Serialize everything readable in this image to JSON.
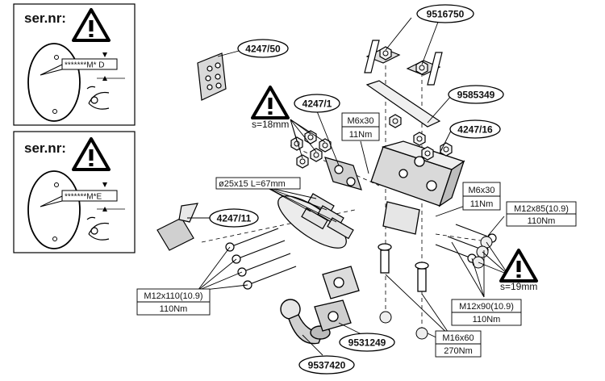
{
  "side_panels": [
    {
      "header": "ser.nr:",
      "plate_code": "*******M* D"
    },
    {
      "header": "ser.nr:",
      "plate_code": "*******M*E"
    }
  ],
  "labels": {
    "part_9516750": "9516750",
    "part_4247_50": "4247/50",
    "part_9585349": "9585349",
    "part_4247_1": "4247/1",
    "part_4247_16": "4247/16",
    "part_4247_11": "4247/11",
    "part_9531249": "9531249",
    "part_9537420": "9537420",
    "wrench_18": "s=18mm",
    "wrench_19": "s=19mm",
    "spacer_spec": "ø25x15 L=67mm",
    "bolt_m6_a_size": "M6x30",
    "bolt_m6_a_torque": "11Nm",
    "bolt_m6_b_size": "M6x30",
    "bolt_m6_b_torque": "11Nm",
    "bolt_m12x85_size": "M12x85(10.9)",
    "bolt_m12x85_torque": "110Nm",
    "bolt_m12x110_size": "M12x110(10.9)",
    "bolt_m12x110_torque": "110Nm",
    "bolt_m12x90_size": "M12x90(10.9)",
    "bolt_m12x90_torque": "110Nm",
    "bolt_m16_size": "M16x60",
    "bolt_m16_torque": "270Nm"
  }
}
